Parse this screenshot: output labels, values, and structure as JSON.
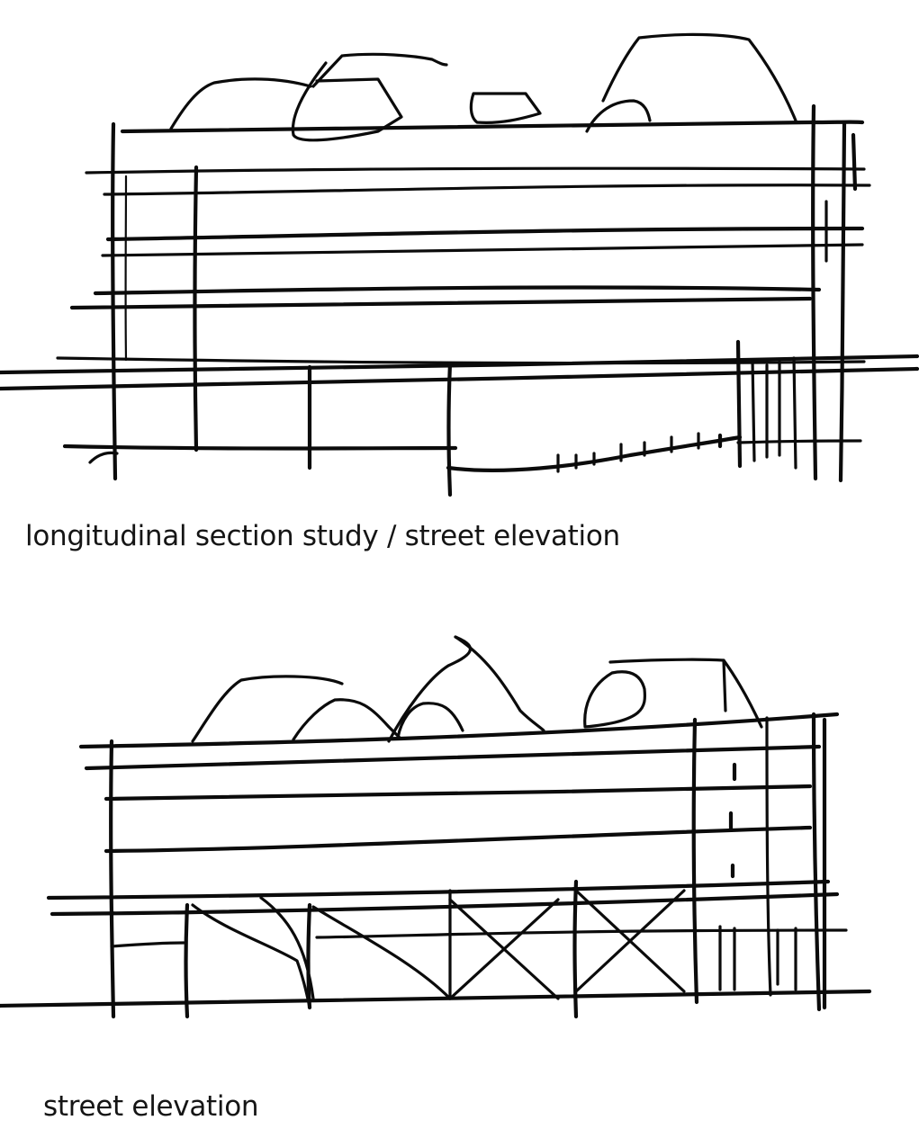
{
  "drawings": [
    {
      "id": "top",
      "caption": "longitudinal section study / street elevation",
      "ink_color": "#0b0b0b"
    },
    {
      "id": "bottom",
      "caption": "street elevation",
      "ink_color": "#0b0b0b"
    }
  ],
  "paper_color": "#ffffff"
}
